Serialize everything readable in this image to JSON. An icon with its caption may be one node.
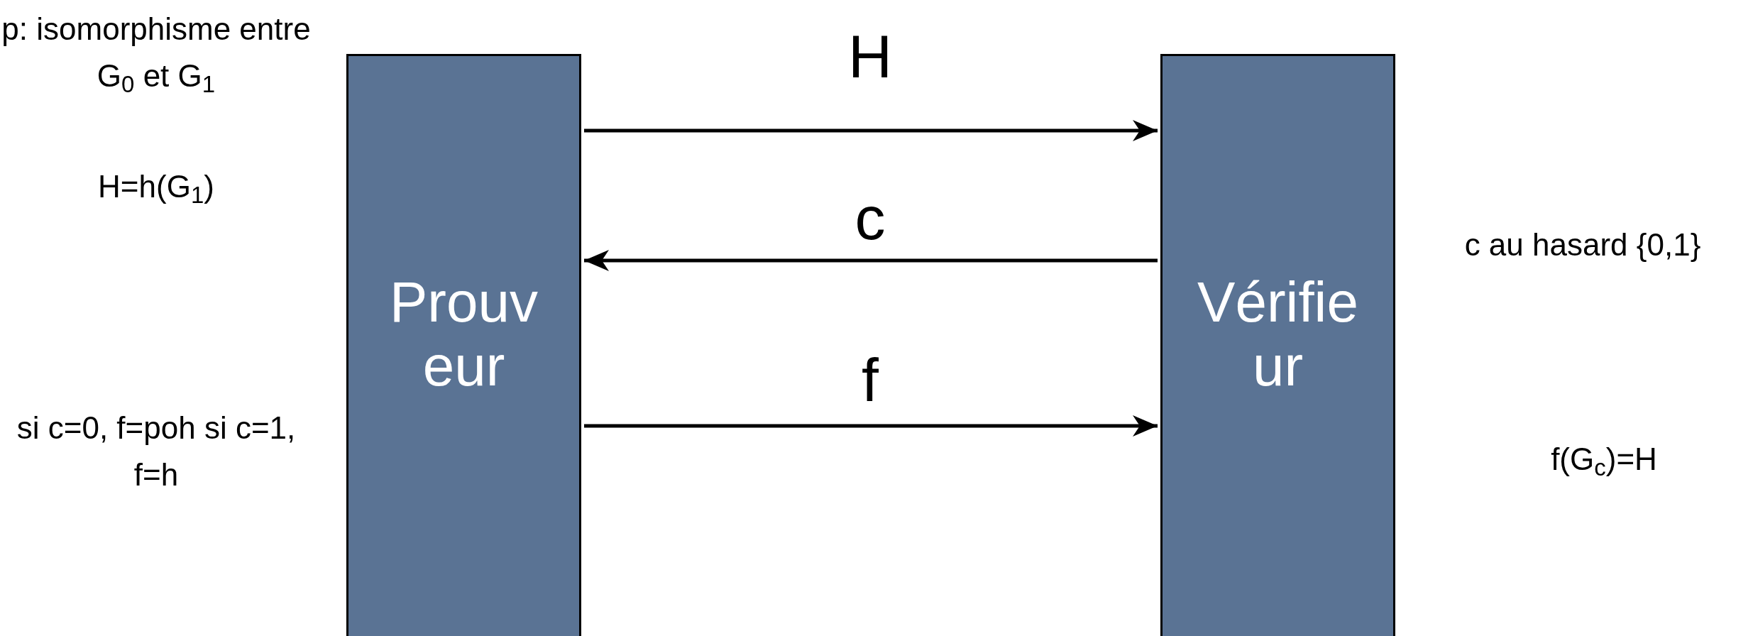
{
  "diagram": {
    "nodes": [
      {
        "text": [
          "Prouveur"
        ]
      },
      {
        "text": [
          "Vérifieur"
        ]
      }
    ],
    "edges": [
      {
        "from": 0,
        "to": 1,
        "arrow": "to",
        "label": "H"
      },
      {
        "from": 1,
        "to": 0,
        "arrow": "to",
        "label": "c"
      },
      {
        "from": 0,
        "to": 1,
        "arrow": "to",
        "label": "f"
      }
    ],
    "labels": [
      "p: isomorphisme entre G$_{0}$ et G$_{1}$",
      "H=h(G$_{1}$)",
      "c au hasard {0,1}",
      "si c=0, f=poh si c=1,     f=h",
      "f(G$_{c}$)=H"
    ]
  }
}
